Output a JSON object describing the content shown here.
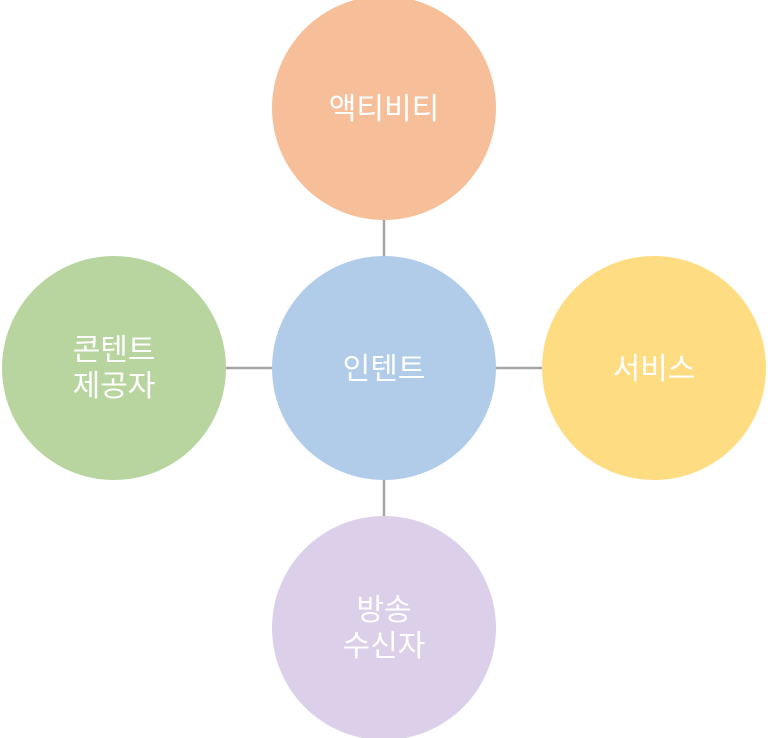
{
  "diagram": {
    "center": {
      "lines": [
        "인텐트"
      ],
      "color": "#b0cce9"
    },
    "top": {
      "lines": [
        "액티비티"
      ],
      "color": "#f6bf9a"
    },
    "left": {
      "lines": [
        "콘텐트",
        "제공자"
      ],
      "color": "#b8d5a0"
    },
    "right": {
      "lines": [
        "서비스"
      ],
      "color": "#fedc82"
    },
    "bottom": {
      "lines": [
        "방송",
        "수신자"
      ],
      "color": "#dbcfe9"
    },
    "connector_color": "#a6a6a6"
  }
}
